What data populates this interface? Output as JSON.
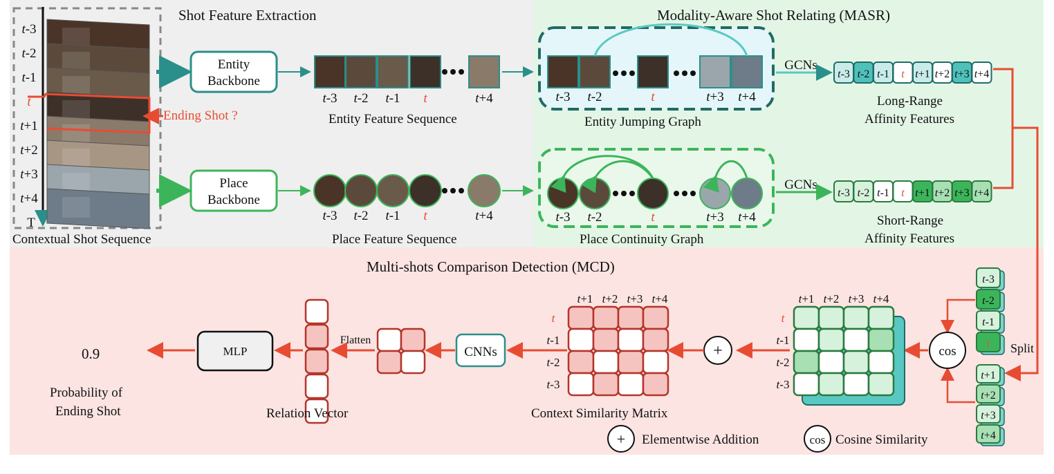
{
  "sections": {
    "extraction": "Shot Feature Extraction",
    "masr": "Modality-Aware Shot Relating (MASR)",
    "mcd": "Multi-shots Comparison Detection (MCD)"
  },
  "shots": {
    "labels": [
      "t-3",
      "t-2",
      "t-1",
      "t",
      "t+1",
      "t+2",
      "t+3",
      "t+4"
    ],
    "axis_label": "T",
    "caption": "Contextual Shot Sequence",
    "ending_shot": "Ending Shot ?"
  },
  "backbones": {
    "entity": [
      "Entity",
      "Backbone"
    ],
    "place": [
      "Place",
      "Backbone"
    ]
  },
  "sequences": {
    "entity_caption": "Entity Feature Sequence",
    "place_caption": "Place Feature Sequence",
    "labels": [
      "t-3",
      "t-2",
      "t-1",
      "t",
      "t+4"
    ]
  },
  "graphs": {
    "entity_caption": "Entity Jumping Graph",
    "place_caption": "Place Continuity Graph",
    "labels": [
      "t-3",
      "t-2",
      "t",
      "t+3",
      "t+4"
    ],
    "op": "GCNs"
  },
  "affinity": {
    "labels": [
      "t-3",
      "t-2",
      "t-1",
      "t",
      "t+1",
      "t+2",
      "t+3",
      "t+4"
    ],
    "long": [
      "Long-Range",
      "Affinity Features"
    ],
    "short": [
      "Short-Range",
      "Affinity Features"
    ]
  },
  "mcd": {
    "split": "Split",
    "cos": "cos",
    "plus": "+",
    "left_labels": [
      "t-3",
      "t-2",
      "t-1",
      "t"
    ],
    "right_labels": [
      "t+1",
      "t+2",
      "t+3",
      "t+4"
    ],
    "matrix_cols": [
      "t+1",
      "t+2",
      "t+3",
      "t+4"
    ],
    "matrix_rows": [
      "t",
      "t-1",
      "t-2",
      "t-3"
    ],
    "matrix_caption": "Context Similarity Matrix",
    "cnn": "CNNs",
    "flatten": "Flatten",
    "relation_caption": "Relation Vector",
    "mlp": "MLP",
    "output": "0.9",
    "output_caption": [
      "Probability of",
      "Ending Shot"
    ]
  },
  "legend": {
    "add": "Elementwise Addition",
    "cos": "Cosine Similarity"
  },
  "colors": {
    "teal": "#2a8f8a",
    "green": "#3cb55a",
    "red": "#e74c33",
    "dark_red": "#b5342a",
    "light_gray_bg": "#efefef",
    "light_green_bg": "#e3f6e6",
    "light_red_bg": "#fbe4e2"
  }
}
